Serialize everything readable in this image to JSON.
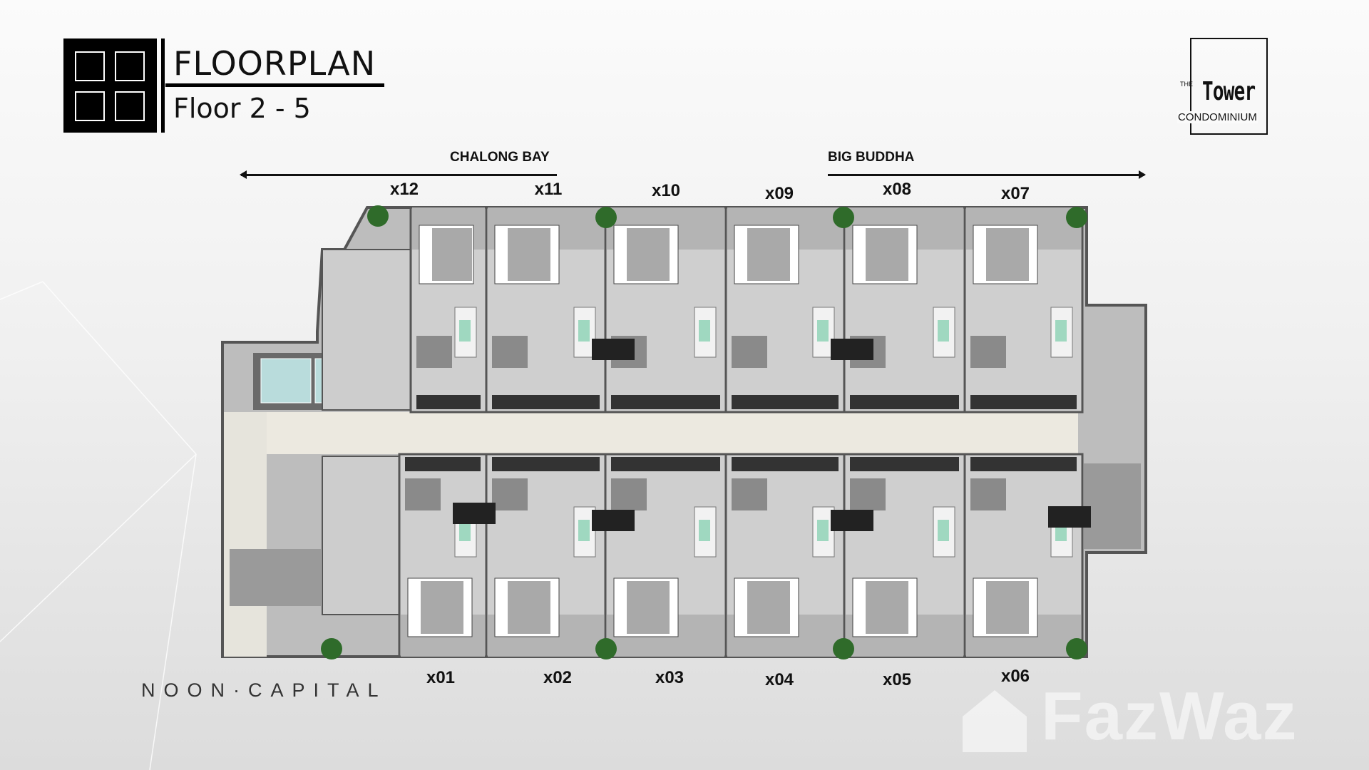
{
  "header": {
    "title": "FLOORPLAN",
    "subtitle": "Floor 2 - 5"
  },
  "directions": {
    "left": "CHALONG BAY",
    "right": "BIG BUDDHA"
  },
  "units_top": [
    "x12",
    "x11",
    "x10",
    "x09",
    "x08",
    "x07"
  ],
  "units_bottom": [
    "x01",
    "x02",
    "x03",
    "x04",
    "x05",
    "x06"
  ],
  "developer": "NOON·CAPITAL",
  "project_logo": {
    "the": "THE",
    "name": "Tower",
    "tagline": "CONDOMINIUM"
  },
  "watermark": "FazWaz",
  "colors": {
    "floor": "#cfcfcf",
    "wall": "#555555",
    "corridor": "#ece9e0",
    "bed": "#a9a9a9",
    "accent_cushion": "#9fd8c0",
    "plant": "#2f6b2a",
    "carpet": "#8c7b72"
  }
}
